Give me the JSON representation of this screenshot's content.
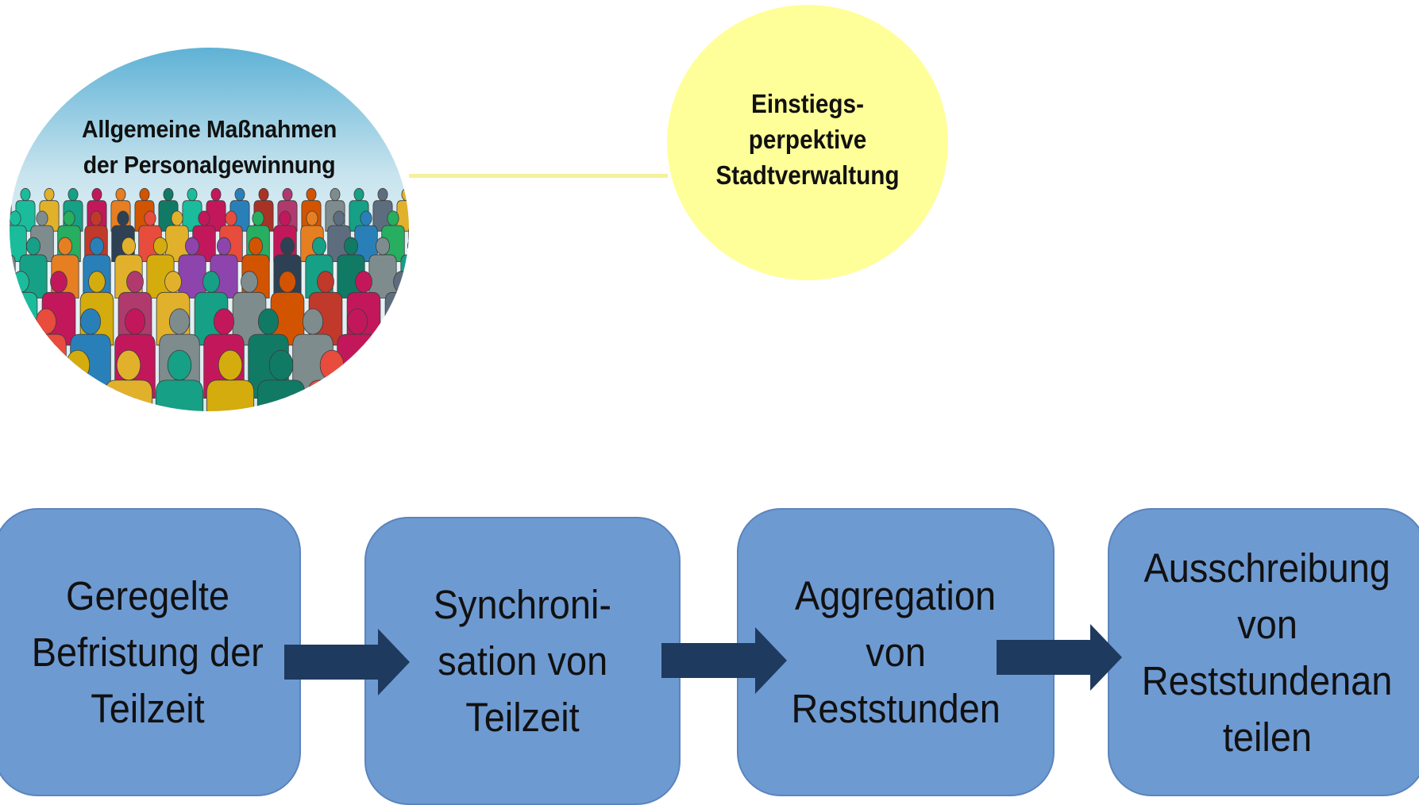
{
  "crowd": {
    "title_line1": "Allgemeine Maßnahmen",
    "title_line2": "der Personalgewinnung"
  },
  "circle": {
    "line1": "Einstiegs-",
    "line2": "perpektive",
    "line3": "Stadtverwaltung"
  },
  "steps": [
    {
      "lines": [
        "Geregelte",
        "Befristung der",
        "Teilzeit"
      ]
    },
    {
      "lines": [
        "Synchroni-",
        "sation von",
        "Teilzeit"
      ]
    },
    {
      "lines": [
        "Aggregation",
        "von",
        "Reststunden"
      ]
    },
    {
      "lines": [
        "Ausschreibung",
        "von",
        "Reststundenan",
        "teilen"
      ]
    }
  ],
  "colors": {
    "box_fill": "#6e9ad2",
    "arrow_fill": "#1f3a5f",
    "circle_fill": "#ffff99",
    "connector": "#f4f19a"
  },
  "icons": {
    "crowd": "crowd-of-people-illustration",
    "arrow": "right-arrow-icon"
  }
}
